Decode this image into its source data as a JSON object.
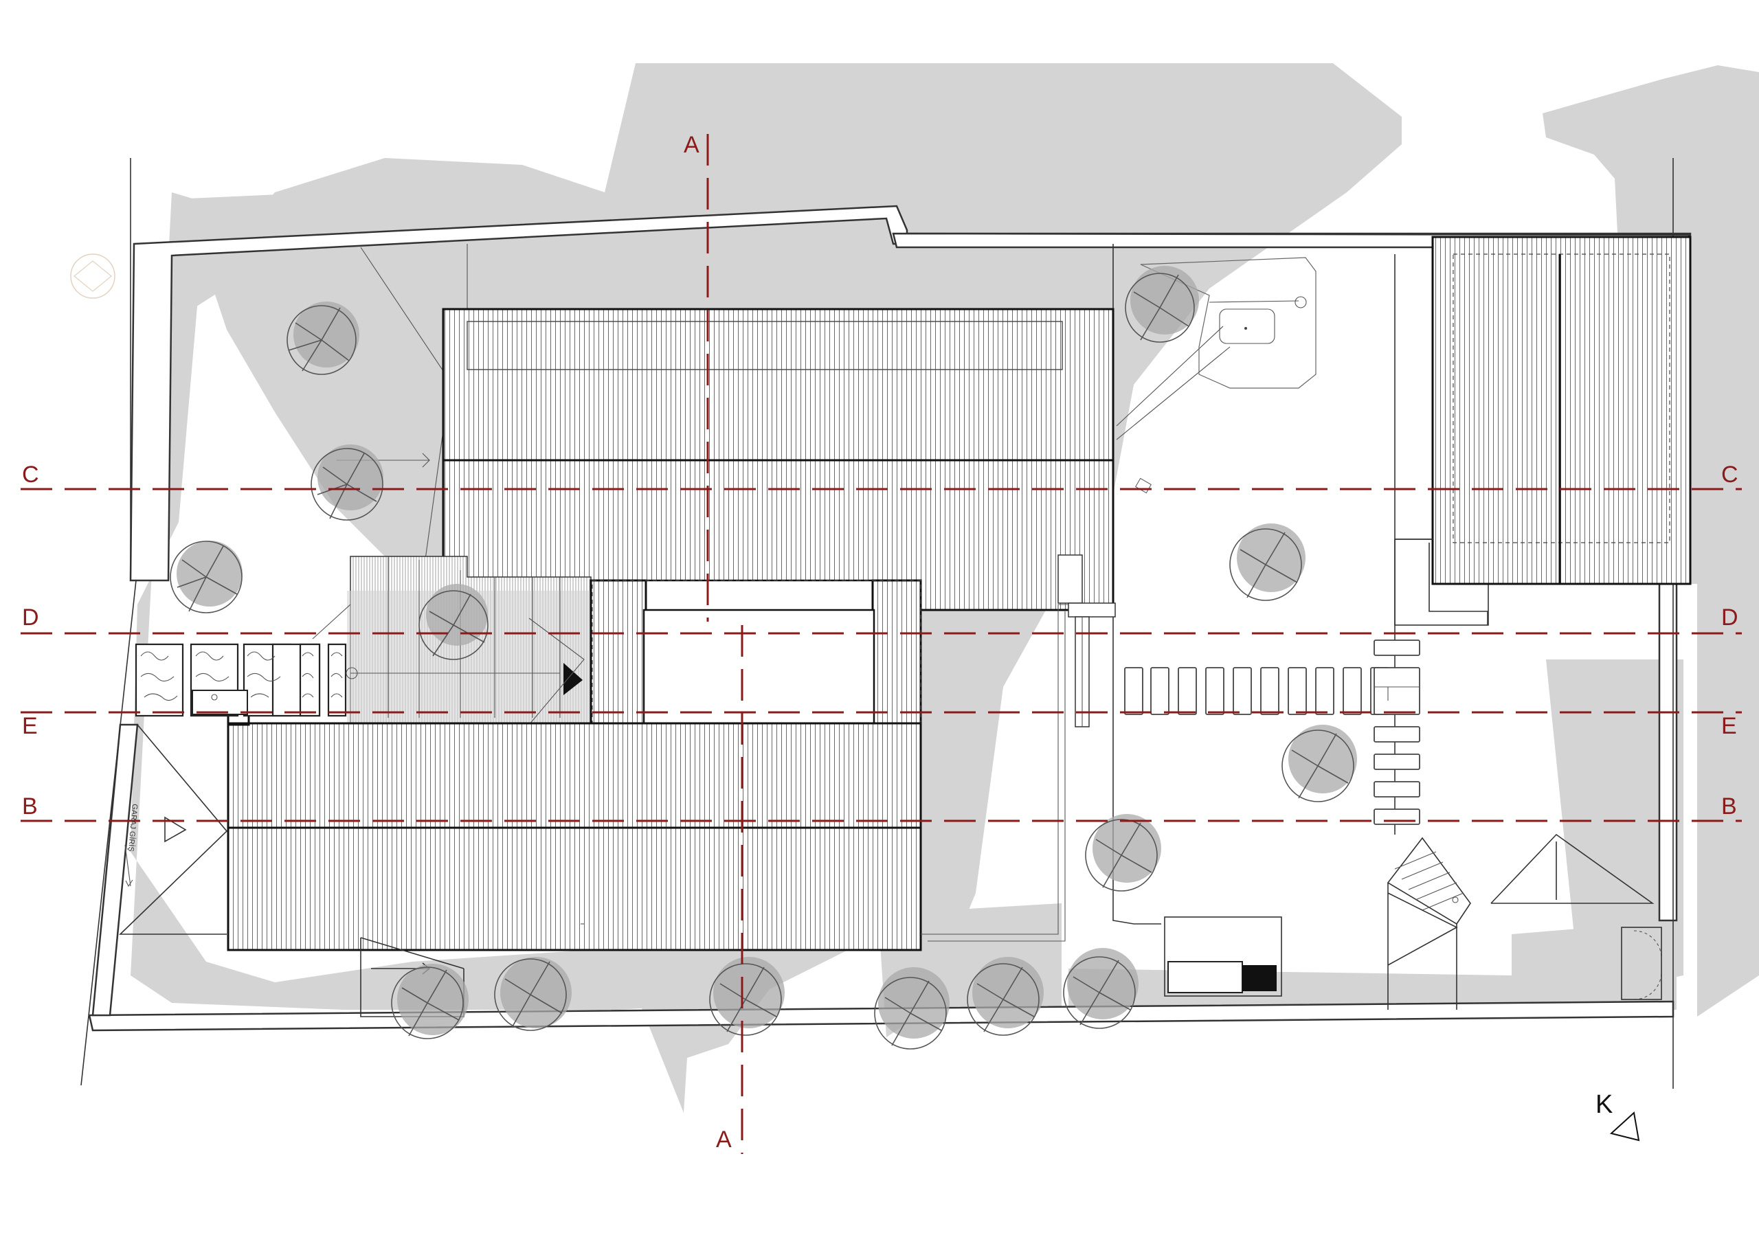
{
  "drawing": {
    "section_labels": {
      "A_top": "A",
      "A_bottom": "A",
      "C_left": "C",
      "C_right": "C",
      "D_left": "D",
      "D_right": "D",
      "E_left": "E",
      "E_right": "E",
      "B_left": "B",
      "B_right": "B"
    },
    "north_label": "K",
    "garage_label": "GARAJ GİRİŞ",
    "colors": {
      "section_line": "#8b1a1a",
      "shadow": "#d4d4d4",
      "ink": "#111111"
    }
  }
}
